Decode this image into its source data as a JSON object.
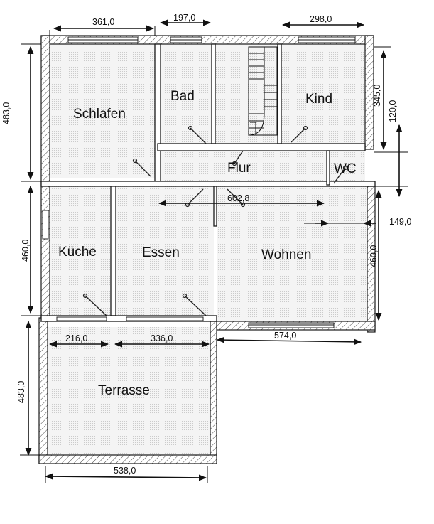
{
  "plan": {
    "rooms": {
      "schlafen": "Schlafen",
      "bad": "Bad",
      "kind": "Kind",
      "flur": "Flur",
      "wc": "WC",
      "kueche": "Küche",
      "essen": "Essen",
      "wohnen": "Wohnen",
      "terrasse": "Terrasse"
    },
    "dimensions": {
      "top_schlafen": "361,0",
      "top_bad": "197,0",
      "top_kind": "298,0",
      "left_schlafen": "483,0",
      "right_kind_outer": "345,0",
      "right_wc": "120,0",
      "right_flur_offset": "149,0",
      "flur_width": "602,8",
      "left_kueche": "460,0",
      "right_wohnen": "460,0",
      "bottom_kueche": "216,0",
      "bottom_essen": "336,0",
      "bottom_wohnen": "574,0",
      "left_terrasse": "483,0",
      "bottom_terrasse": "538,0"
    }
  }
}
